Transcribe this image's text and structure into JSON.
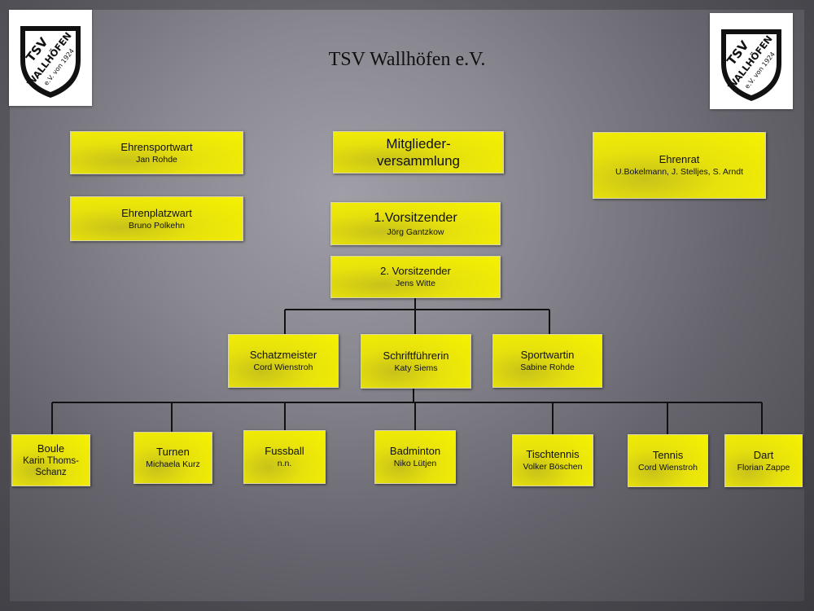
{
  "title": "TSV Wallhöfen e.V.",
  "logo": {
    "line1": "TSV",
    "line2": "WALLHÖFEN",
    "line3": "e.V. von 1924"
  },
  "nodes": {
    "ehrensportwart": {
      "title": "Ehrensportwart",
      "sub": "Jan Rohde"
    },
    "ehrenplatzwart": {
      "title": "Ehrenplatzwart",
      "sub": "Bruno Polkehn"
    },
    "mitglieder": {
      "title": "Mitglieder-versammlung"
    },
    "ehrenrat": {
      "title": "Ehrenrat",
      "sub": "U.Bokelmann, J. Stelljes, S. Arndt"
    },
    "vorsitz1": {
      "title": "1.Vorsitzender",
      "sub": "Jörg Gantzkow"
    },
    "vorsitz2": {
      "title": "2. Vorsitzender",
      "sub": "Jens Witte"
    },
    "schatz": {
      "title": "Schatzmeister",
      "sub": "Cord Wienstroh"
    },
    "schrift": {
      "title": "Schriftführerin",
      "sub": "Katy Siems"
    },
    "sport": {
      "title": "Sportwartin",
      "sub": "Sabine Rohde"
    },
    "boule": {
      "title": "Boule",
      "sub": "Karin Thoms-Schanz"
    },
    "turnen": {
      "title": "Turnen",
      "sub": "Michaela Kurz"
    },
    "fussball": {
      "title": "Fussball",
      "sub": "n.n."
    },
    "badminton": {
      "title": "Badminton",
      "sub": "Niko Lütjen"
    },
    "tischtennis": {
      "title": "Tischtennis",
      "sub": "Volker Böschen"
    },
    "tennis": {
      "title": "Tennis",
      "sub": "Cord Wienstroh"
    },
    "dart": {
      "title": "Dart",
      "sub": "Florian Zappe"
    }
  }
}
